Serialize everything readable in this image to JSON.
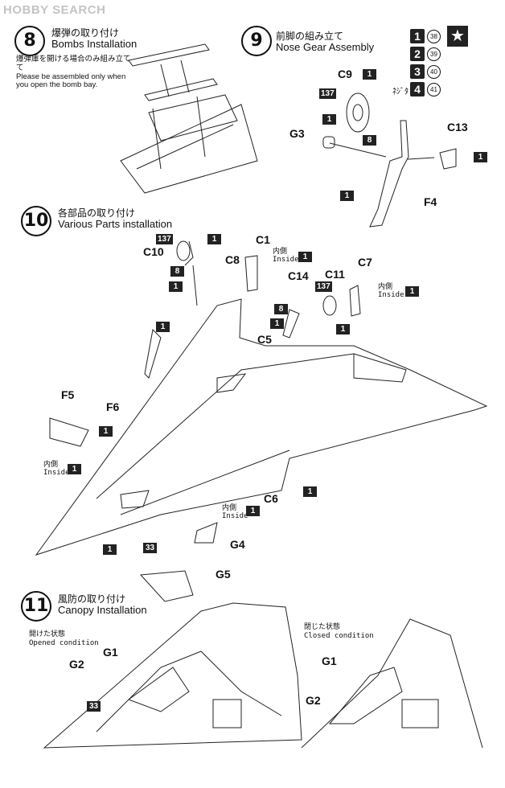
{
  "watermark": "HOBBY SEARCH",
  "steps": [
    {
      "num": "8",
      "jp": "爆弾の取り付け",
      "en": "Bombs Installation",
      "note_jp": "爆弾庫を開ける場合のみ組み立て",
      "note_jp2": "て",
      "note_en": "Please be assembled only when",
      "note_en2": "you open the bomb bay."
    },
    {
      "num": "9",
      "jp": "前脚の組み立て",
      "en": "Nose Gear Assembly"
    },
    {
      "num": "10",
      "jp": "各部品の取り付け",
      "en": "Various Parts installation"
    },
    {
      "num": "11",
      "jp": "風防の取り付け",
      "en": "Canopy Installation"
    }
  ],
  "legend": [
    {
      "num": "1",
      "code": "38"
    },
    {
      "num": "2",
      "code": "39"
    },
    {
      "num": "3",
      "code": "40"
    },
    {
      "num": "4",
      "code": "41"
    }
  ],
  "legend_star": "★",
  "parts": {
    "C9": "C9",
    "C13": "C13",
    "G3": "G3",
    "F4": "F4",
    "C1": "C1",
    "C10": "C10",
    "C8": "C8",
    "C7": "C7",
    "C11": "C11",
    "C14": "C14",
    "C5": "C5",
    "C6": "C6",
    "F5": "F5",
    "F6": "F6",
    "G4": "G4",
    "G5": "G5",
    "G1a": "G1",
    "G2a": "G2",
    "G1b": "G1",
    "G2b": "G2"
  },
  "inside_jp": "内側",
  "inside_en": "Inside",
  "opened_jp": "開けた状態",
  "opened_en": "Opened condition",
  "closed_jp": "閉じた状態",
  "closed_en": "Closed condition",
  "boxes": {
    "b137": "137",
    "b1": "1",
    "b8": "8",
    "b33": "33"
  },
  "sideword": "ﾈｼﾞﾀ"
}
